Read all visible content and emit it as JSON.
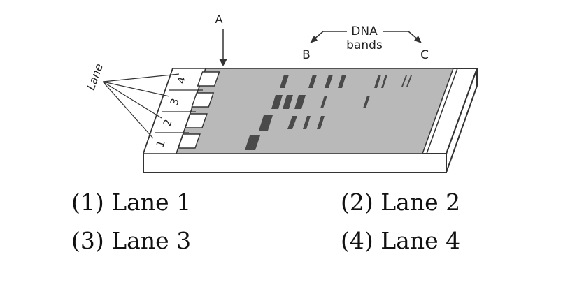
{
  "diagram": {
    "label_a": "A",
    "label_b": "B",
    "label_c": "C",
    "label_dna_line1": "DNA",
    "label_dna_line2": "bands",
    "label_lane": "Lane",
    "lane_numbers": [
      "1",
      "2",
      "3",
      "4"
    ]
  },
  "choices": [
    {
      "id": "1",
      "text": "(1) Lane 1"
    },
    {
      "id": "2",
      "text": "(2) Lane 2"
    },
    {
      "id": "3",
      "text": "(3) Lane 3"
    },
    {
      "id": "4",
      "text": "(4) Lane 4"
    }
  ],
  "colors": {
    "gel": "#b9b9b9",
    "band": "#4a4a4a",
    "outline": "#333333",
    "tray": "#ffffff"
  }
}
